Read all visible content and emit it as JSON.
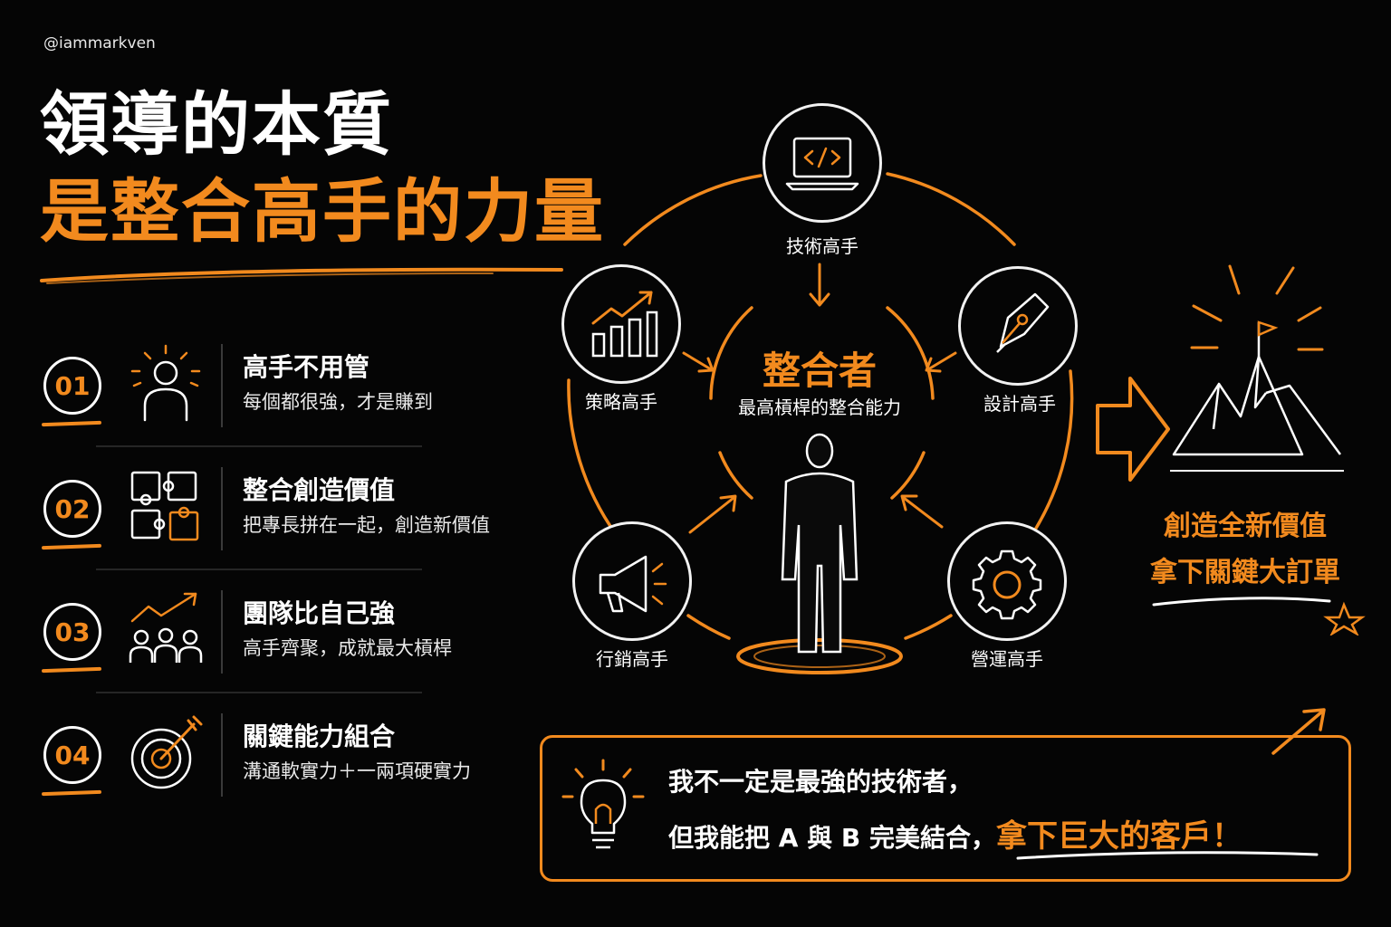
{
  "handle": "@iammarkven",
  "title": {
    "line1": "領導的本質",
    "line2": "是整合高手的力量"
  },
  "items": [
    {
      "num": "01",
      "title": "高手不用管",
      "subtitle": "每個都很強，才是賺到",
      "icon": "person-icon"
    },
    {
      "num": "02",
      "title": "整合創造價值",
      "subtitle": "把專長拼在一起，創造新價值",
      "icon": "puzzle-icon"
    },
    {
      "num": "03",
      "title": "團隊比自己強",
      "subtitle": "高手齊聚，成就最大槓桿",
      "icon": "team-growth-icon"
    },
    {
      "num": "04",
      "title": "關鍵能力組合",
      "subtitle": "溝通軟實力＋一兩項硬實力",
      "icon": "target-icon"
    }
  ],
  "cycle": {
    "center_title": "整合者",
    "center_subtitle": "最高槓桿的整合能力",
    "nodes": [
      {
        "label": "技術高手",
        "icon": "laptop-code-icon"
      },
      {
        "label": "設計高手",
        "icon": "pen-nib-icon"
      },
      {
        "label": "營運高手",
        "icon": "gear-icon"
      },
      {
        "label": "行銷高手",
        "icon": "megaphone-icon"
      },
      {
        "label": "策略高手",
        "icon": "growth-chart-icon"
      }
    ]
  },
  "outcome": {
    "line1": "創造全新價值",
    "line2": "拿下關鍵大訂單",
    "icon": "mountain-flag-icon"
  },
  "quote": {
    "line1": "我不一定是最強的技術者，",
    "line2_prefix": "但我能把 A 與 B 完美結合，",
    "line2_highlight": "拿下巨大的客戶！",
    "icon": "lightbulb-icon"
  },
  "colors": {
    "accent": "#f28a1e",
    "background": "#050505",
    "text": "#ffffff"
  }
}
